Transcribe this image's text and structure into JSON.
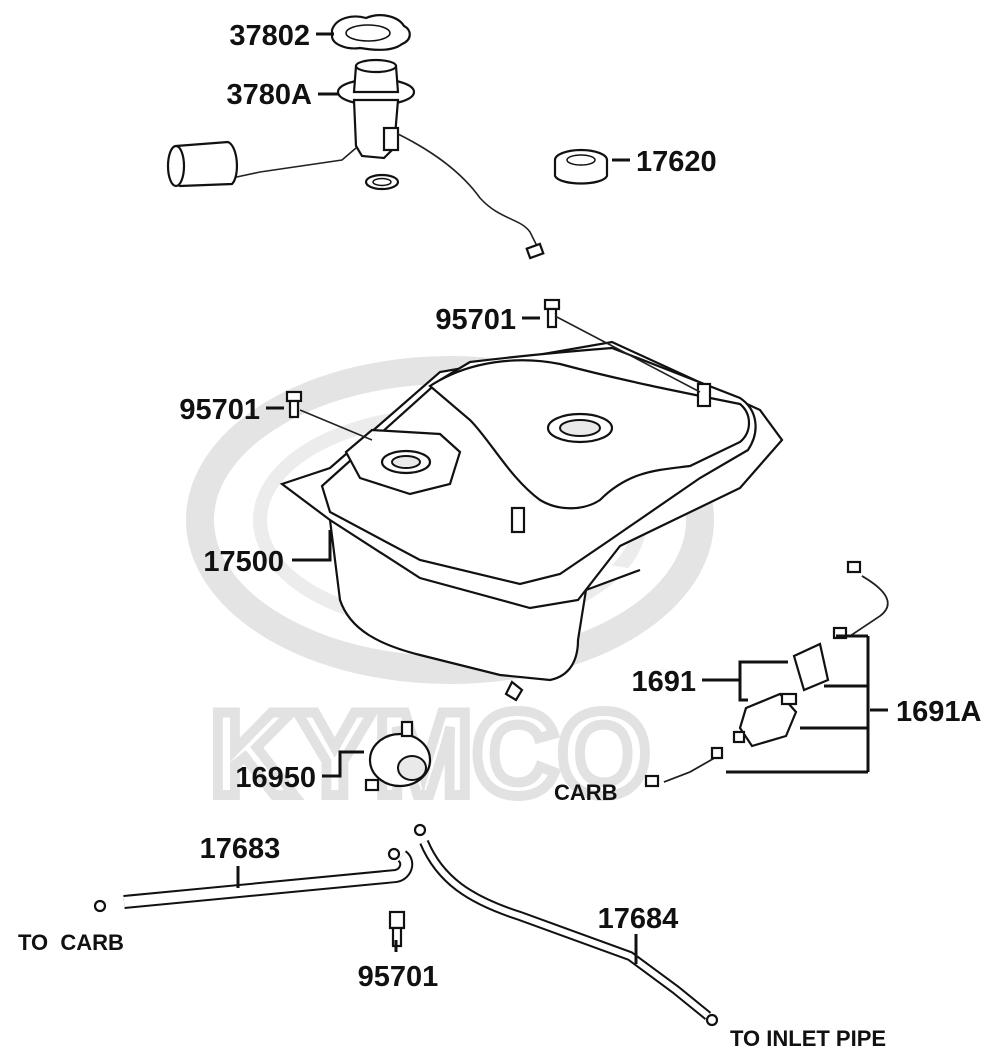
{
  "watermark": {
    "brand": "KYMCO"
  },
  "labels": {
    "p37802": "37802",
    "p3780A": "3780A",
    "p17620": "17620",
    "p95701_top": "95701",
    "p95701_left": "95701",
    "p17500": "17500",
    "p1691": "1691",
    "p1691A": "1691A",
    "p16950": "16950",
    "p17683": "17683",
    "p17684": "17684",
    "p95701_bottom": "95701"
  },
  "notes": {
    "carb": "CARB",
    "to_carb": "TO  CARB",
    "to_inlet_pipe": "TO INLET PIPE"
  }
}
